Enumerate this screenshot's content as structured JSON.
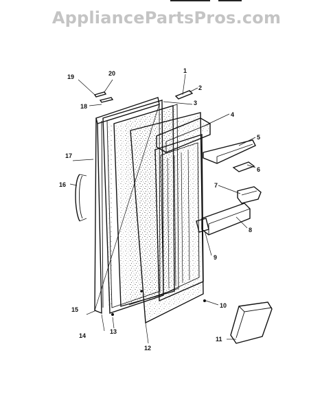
{
  "watermark": "AppliancePartsPros.com",
  "colors": {
    "ink": "#111111",
    "watermark": "#c4c4c4",
    "background": "#ffffff"
  },
  "callouts": [
    {
      "id": "1",
      "text": "1"
    },
    {
      "id": "2",
      "text": "2"
    },
    {
      "id": "3",
      "text": "3"
    },
    {
      "id": "4",
      "text": "4"
    },
    {
      "id": "5",
      "text": "5"
    },
    {
      "id": "6",
      "text": "6"
    },
    {
      "id": "7",
      "text": "7"
    },
    {
      "id": "8",
      "text": "8"
    },
    {
      "id": "9",
      "text": "9"
    },
    {
      "id": "10",
      "text": "10"
    },
    {
      "id": "11",
      "text": "11"
    },
    {
      "id": "12",
      "text": "12"
    },
    {
      "id": "13",
      "text": "13"
    },
    {
      "id": "14",
      "text": "14"
    },
    {
      "id": "15",
      "text": "15"
    },
    {
      "id": "16",
      "text": "16"
    },
    {
      "id": "17",
      "text": "17"
    },
    {
      "id": "18",
      "text": "18"
    },
    {
      "id": "19",
      "text": "19"
    },
    {
      "id": "20",
      "text": "20"
    }
  ]
}
